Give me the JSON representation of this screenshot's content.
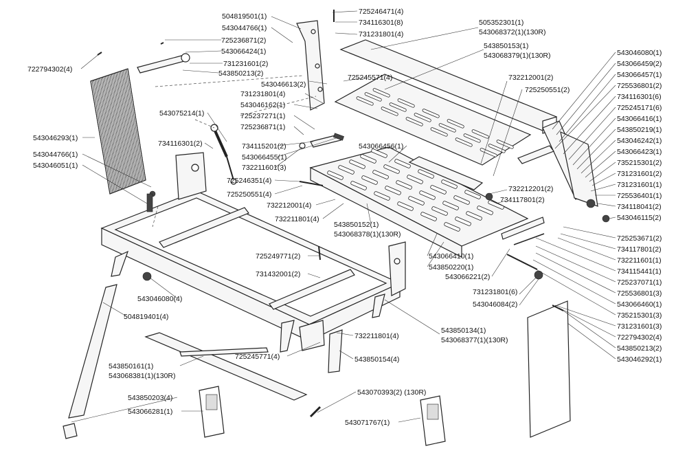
{
  "labels": {
    "l01": "504819501(1)",
    "l02": "543044766(1)",
    "l03": "725236871(2)",
    "l04": "543066424(1)",
    "l05": "731231601(2)",
    "l06": "543850213(2)",
    "l07": "722794302(4)",
    "l08": "725246471(4)",
    "l09": "734116301(8)",
    "l10": "731231801(4)",
    "l11": "505352301(1)",
    "l12": "543068372(1)(130R)",
    "l13": "543850153(1)",
    "l14": "543068379(1)(130R)",
    "l15": "725245571(4)",
    "l16": "543046613(2)",
    "l17": "731231801(4)",
    "l18": "543046162(1)",
    "l19": "725237271(1)",
    "l20": "725236871(1)",
    "l21": "543075214(1)",
    "l22": "734116301(2)",
    "l23": "734115201(2)",
    "l24": "543066455(1)",
    "l25": "732211601(3)",
    "l26": "543046293(1)",
    "l27": "543044766(1)",
    "l28": "543046051(1)",
    "l29": "725246351(4)",
    "l30": "725250551(4)",
    "l31": "732212001(4)",
    "l32": "732211801(4)",
    "l33": "543066456(1)",
    "l34": "543850152(1)",
    "l35": "543068378(1)(130R)",
    "l36": "725249771(2)",
    "l37": "731432001(2)",
    "l38": "543046080(4)",
    "l39": "504819401(4)",
    "l40": "543850161(1)",
    "l41": "543068381(1)(130R)",
    "l42": "543850203(4)",
    "l43": "543066281(1)",
    "l44": "725245771(4)",
    "l45": "732211801(4)",
    "l46": "543850154(4)",
    "l47": "543850134(1)",
    "l48": "543068377(1)(130R)",
    "l49": "543070393(2) (130R)",
    "l50": "543071767(1)",
    "l51": "732212001(2)",
    "l52": "725250551(2)",
    "l53": "732212201(2)",
    "l54": "734117801(2)",
    "l55": "543066410(1)",
    "l56": "543850220(1)",
    "l57": "543066221(2)",
    "l58": "731231801(6)",
    "l59": "543046084(2)",
    "r01": "543046080(1)",
    "r02": "543066459(2)",
    "r03": "543066457(1)",
    "r04": "725536801(2)",
    "r05": "734116301(6)",
    "r06": "725245171(6)",
    "r07": "543066416(1)",
    "r08": "543850219(1)",
    "r09": "543046242(1)",
    "r10": "543066423(1)",
    "r11": "735215301(2)",
    "r12": "731231601(2)",
    "r13": "731231601(1)",
    "r14": "725536401(1)",
    "r15": "734118041(2)",
    "r16": "543046115(2)",
    "r17": "725253671(2)",
    "r18": "734117801(2)",
    "r19": "732211601(1)",
    "r20": "734115441(1)",
    "r21": "725237071(1)",
    "r22": "725536801(3)",
    "r23": "543066460(1)",
    "r24": "735215301(3)",
    "r25": "731231601(3)",
    "r26": "722794302(4)",
    "r27": "543850213(2)",
    "r28": "543046292(1)"
  }
}
